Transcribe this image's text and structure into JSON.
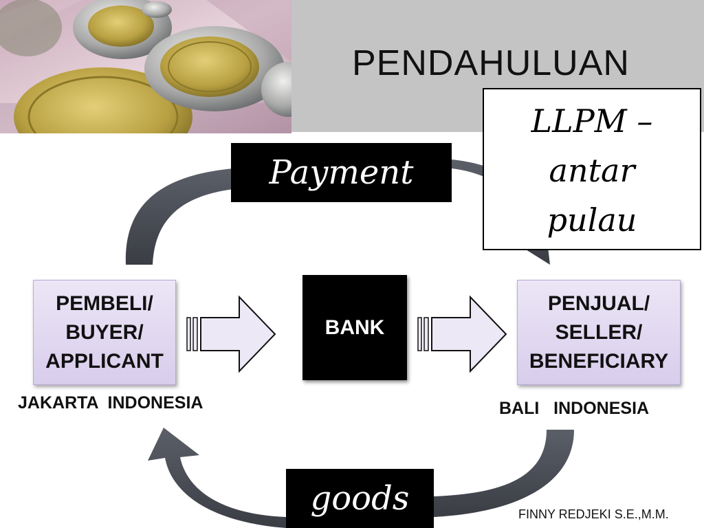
{
  "slide": {
    "title": "PENDAHULUAN",
    "note_lines": [
      "LLPM –",
      "antar",
      "pulau"
    ],
    "payment_label": "Payment",
    "goods_label": "goods",
    "buyer": {
      "lines": [
        "PEMBELI/",
        "BUYER/",
        "APPLICANT"
      ],
      "location": "JAKARTA  INDONESIA"
    },
    "bank": {
      "label": "BANK"
    },
    "seller": {
      "lines": [
        "PENJUAL/",
        "SELLER/",
        "BENEFICIARY"
      ],
      "location": "BALI   INDONESIA"
    },
    "author": "FINNY REDJEKI S.E.,M.M."
  },
  "colors": {
    "title_bar": "#c4c4c4",
    "party_fill": "#ddd4ee",
    "arrow_fill": "#ede8f5",
    "cycle_arrow": "#4a4e57"
  },
  "images": {
    "photo": "coins-on-banknotes"
  }
}
